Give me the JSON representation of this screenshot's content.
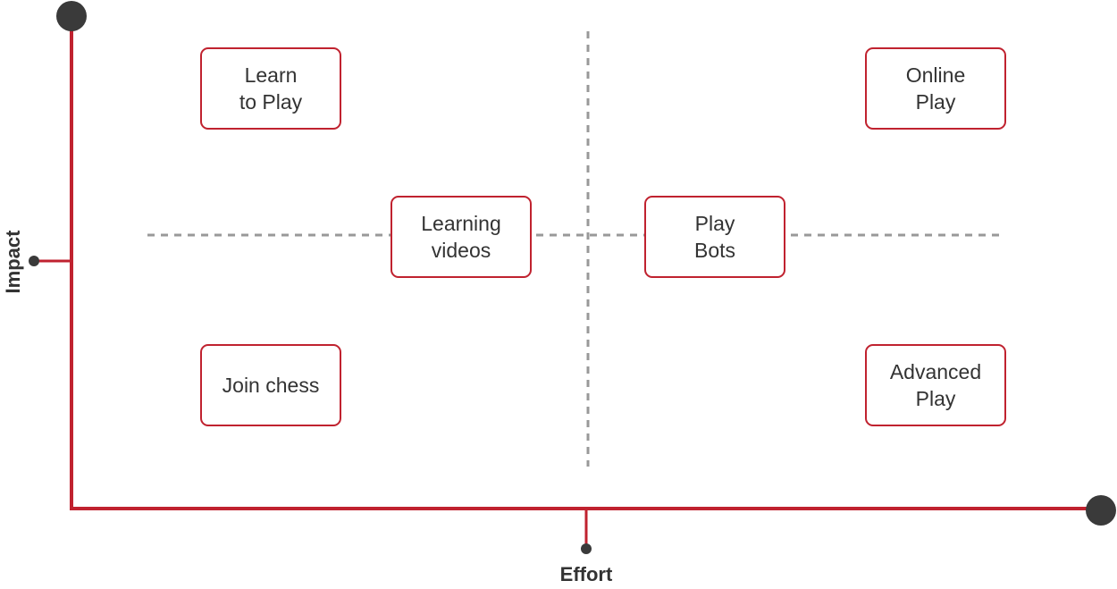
{
  "diagram": {
    "type": "impact-effort-matrix",
    "x_axis_label": "Effort",
    "y_axis_label": "Impact",
    "colors": {
      "axis": "#c0222f",
      "endpoint": "#3a3a3a",
      "divider": "#999999",
      "box_border": "#c0222f",
      "text": "#333333"
    },
    "items": [
      {
        "id": "learn-to-play",
        "label": "Learn\nto Play",
        "quadrant": "high-impact-low-effort"
      },
      {
        "id": "online-play",
        "label": "Online\nPlay",
        "quadrant": "high-impact-high-effort"
      },
      {
        "id": "learning-videos",
        "label": "Learning\nvideos",
        "quadrant": "medium-impact-low-effort"
      },
      {
        "id": "play-bots",
        "label": "Play\nBots",
        "quadrant": "medium-impact-high-effort"
      },
      {
        "id": "join-chess",
        "label": "Join chess",
        "quadrant": "low-impact-low-effort"
      },
      {
        "id": "advanced-play",
        "label": "Advanced\nPlay",
        "quadrant": "low-impact-high-effort"
      }
    ]
  }
}
